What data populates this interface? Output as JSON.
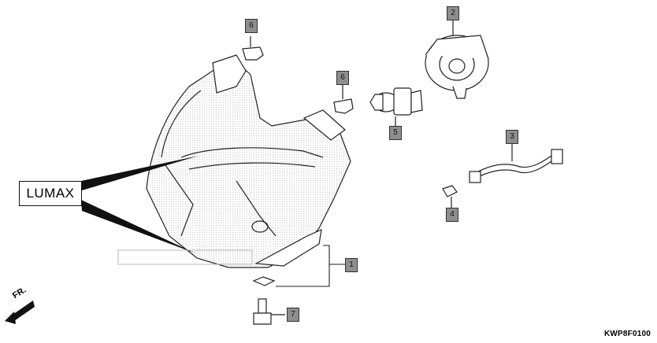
{
  "diagram": {
    "brand_label": "LUMAX",
    "direction_label": "FR.",
    "diagram_code": "KWP8F0100",
    "callouts": [
      "6",
      "2",
      "6",
      "5",
      "3",
      "4",
      "1",
      "7"
    ]
  }
}
